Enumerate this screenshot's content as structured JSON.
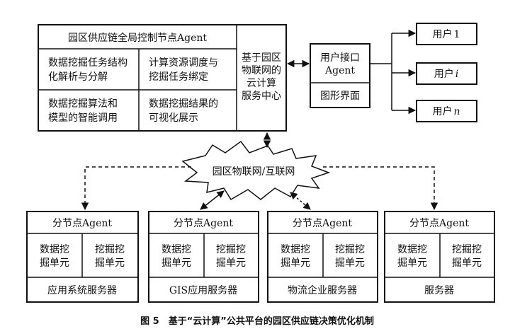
{
  "global_node": {
    "title": "园区供应链全局控制节点Agent",
    "cells": [
      [
        "数据挖掘任务结构",
        "化解析与分解"
      ],
      [
        "计算资源调度与",
        "挖掘任务绑定"
      ],
      [
        "数据挖掘算法和",
        "模型的智能调用"
      ],
      [
        "数据挖掘结果的",
        "可视化展示"
      ]
    ]
  },
  "cloud_center": [
    "基于园区",
    "物联网的",
    "云计算",
    "服务中心"
  ],
  "user_interface": {
    "agent_lines": [
      "用户接口",
      "Agent"
    ],
    "gui": "图形界面"
  },
  "users": [
    {
      "label": "用户",
      "suffix": "1"
    },
    {
      "label": "用户",
      "suffix": "i"
    },
    {
      "label": "用户",
      "suffix": "n"
    }
  ],
  "network": "园区物联网/互联网",
  "sub_nodes": [
    {
      "title": "分节点Agent",
      "left": [
        "数据挖",
        "掘单元"
      ],
      "right": [
        "挖掘挖",
        "掘单元"
      ],
      "footer": "应用系统服务器"
    },
    {
      "title": "分节点Agent",
      "left": [
        "数据挖",
        "掘单元"
      ],
      "right": [
        "挖掘挖",
        "掘单元"
      ],
      "footer": "GIS应用服务器"
    },
    {
      "title": "分节点Agent",
      "left": [
        "数据挖",
        "掘单元"
      ],
      "right": [
        "挖掘挖",
        "掘单元"
      ],
      "footer": "物流企业服务器"
    },
    {
      "title": "分节点Agent",
      "left": [
        "数据挖",
        "掘单元"
      ],
      "right": [
        "挖掘挖",
        "掘单元"
      ],
      "footer": "服务器"
    }
  ],
  "caption": "图 5　基于“云计算”公共平台的园区供应链决策优化机制"
}
